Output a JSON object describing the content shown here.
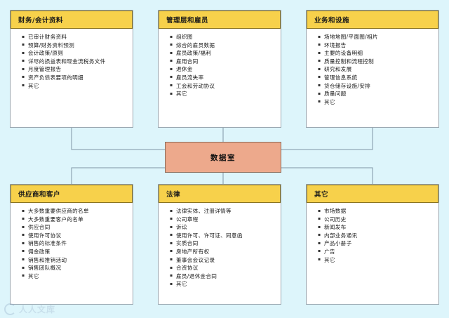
{
  "diagram": {
    "title": "数据室",
    "center": {
      "label": "数据室",
      "fill": "#eda98c",
      "border": "#8a6a58"
    },
    "colors": {
      "background": "#ddf5fb",
      "header_fill": "#f7d14b",
      "header_border": "#8a7320",
      "box_fill": "#ffffff",
      "box_border": "#9aa7b0",
      "connector": "#7f95a5",
      "center_fill": "#eda98c"
    },
    "boxes": [
      {
        "id": "finance",
        "header": "财务/会计资料",
        "items": [
          "已审计财务资料",
          "预算/财务资料预测",
          "会计政策/原则",
          "详尽的损益表和现金流税务文件",
          "月度管理报告",
          "资产负债表要项的明细",
          "其它"
        ]
      },
      {
        "id": "management",
        "header": "管理层和雇员",
        "items": [
          "组织图",
          "综合的雇员数据",
          "雇员政策/福利",
          "雇用合同",
          "退休金",
          "雇员流失率",
          "工会和劳动协议",
          "其它"
        ]
      },
      {
        "id": "operations",
        "header": "业务和设施",
        "items": [
          "场地地图/平面图/相片",
          "环境报告",
          "主要的设备明细",
          "质量控制和流程控制",
          "研究和发展",
          "管理信息系统",
          "货仓储存设施/安排",
          "质量问题",
          "其它"
        ]
      },
      {
        "id": "suppliers",
        "header": "供应商和客户",
        "items": [
          "大多数重要供应商的名单",
          "大多数重要客户的名单",
          "供应合同",
          "使用许可协议",
          "销售的标准条件",
          "佣金政策",
          "销售和推销活动",
          "销售团队概况",
          "其它"
        ]
      },
      {
        "id": "legal",
        "header": "法律",
        "items": [
          "法律实体、注册详情等",
          "公司章程",
          "诉讼",
          "使用许可、许可证、同意函",
          "实质合同",
          "房地产所有权",
          "董事会会议记录",
          "合资协议",
          "雇员/退休金合同",
          "其它"
        ]
      },
      {
        "id": "other",
        "header": "其它",
        "items": [
          "市场数据",
          "公司历史",
          "新闻发布",
          "内部业务通讯",
          "产品小册子",
          "广告",
          "其它"
        ]
      }
    ]
  },
  "watermark": {
    "text": "人人文库"
  }
}
